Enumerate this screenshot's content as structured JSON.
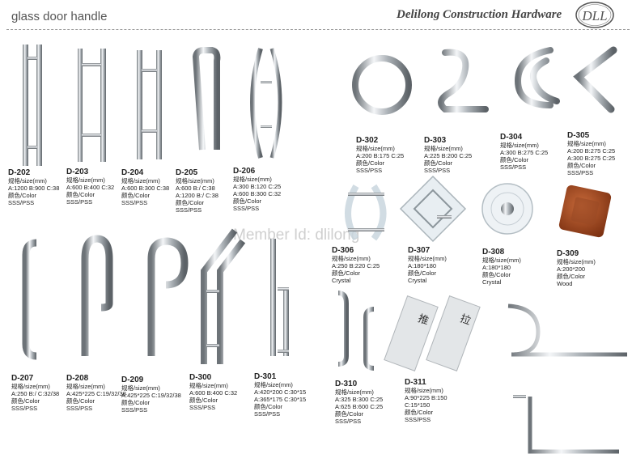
{
  "header": {
    "title": "glass door handle",
    "brand": "Delilong Construction Hardware",
    "logo": "DLL"
  },
  "watermark": "Member Id: dlilong",
  "products": [
    {
      "code": "D-202",
      "lines": [
        "规格/size(mm)",
        "A:1200 B:900 C:38",
        "颜色/Color",
        "SSS/PSS"
      ]
    },
    {
      "code": "D-203",
      "lines": [
        "规格/size(mm)",
        "A:600 B:400 C:32",
        "颜色/Color",
        "SSS/PSS"
      ]
    },
    {
      "code": "D-204",
      "lines": [
        "规格/size(mm)",
        "A:600 B:300 C:38",
        "颜色/Color",
        "SSS/PSS"
      ]
    },
    {
      "code": "D-205",
      "lines": [
        "规格/size(mm)",
        "A:600 B:/ C:38",
        "A:1200 B:/ C:38",
        "颜色/Color",
        "SSS/PSS"
      ]
    },
    {
      "code": "D-206",
      "lines": [
        "规格/size(mm)",
        "A:300 B:120 C:25",
        "A:600 B:300 C:32",
        "颜色/Color",
        "SSS/PSS"
      ]
    },
    {
      "code": "D-302",
      "lines": [
        "规格/size(mm)",
        "A:200 B:175 C:25",
        "颜色/Color",
        "SSS/PSS"
      ]
    },
    {
      "code": "D-303",
      "lines": [
        "规格/size(mm)",
        "A:225 B:200 C:25",
        "颜色/Color",
        "SSS/PSS"
      ]
    },
    {
      "code": "D-304",
      "lines": [
        "规格/size(mm)",
        "A:300 B:275 C:25",
        "颜色/Color",
        "SSS/PSS"
      ]
    },
    {
      "code": "D-305",
      "lines": [
        "规格/size(mm)",
        "A:200 B:275 C:25",
        "A:300 B:275 C:25",
        "颜色/Color",
        "SSS/PSS"
      ]
    },
    {
      "code": "D-306",
      "lines": [
        "规格/size(mm)",
        "A:250 B:220 C:25",
        "颜色/Color",
        "Crystal"
      ]
    },
    {
      "code": "D-307",
      "lines": [
        "规格/size(mm)",
        "A:180*180",
        "颜色/Color",
        "Crystal"
      ]
    },
    {
      "code": "D-308",
      "lines": [
        "规格/size(mm)",
        "A:180*180",
        "颜色/Color",
        "Crystal"
      ]
    },
    {
      "code": "D-309",
      "lines": [
        "规格/size(mm)",
        "A:200*200",
        "颜色/Color",
        "Wood"
      ]
    },
    {
      "code": "D-207",
      "lines": [
        "规格/size(mm)",
        "A:250 B:/ C:32/38",
        "颜色/Color",
        "SSS/PSS"
      ]
    },
    {
      "code": "D-208",
      "lines": [
        "规格/size(mm)",
        "A:425*225 C:19/32/38",
        "颜色/Color",
        "SSS/PSS"
      ]
    },
    {
      "code": "D-209",
      "lines": [
        "规格/size(mm)",
        "A:425*225 C:19/32/38",
        "颜色/Color",
        "SSS/PSS"
      ]
    },
    {
      "code": "D-300",
      "lines": [
        "规格/size(mm)",
        "A:600 B:400 C:32",
        "颜色/Color",
        "SSS/PSS"
      ]
    },
    {
      "code": "D-301",
      "lines": [
        "规格/size(mm)",
        "A:420*200 C:30*15",
        "A:365*175 C:30*15",
        "颜色/Color",
        "SSS/PSS"
      ]
    },
    {
      "code": "D-310",
      "lines": [
        "规格/size(mm)",
        "A:325 B:300 C:25",
        "A:625 B:600 C:25",
        "颜色/Color",
        "SSS/PSS"
      ]
    },
    {
      "code": "D-311",
      "lines": [
        "规格/size(mm)",
        "A:90*225 B:150",
        "C:15*150",
        "颜色/Color",
        "SSS/PSS"
      ]
    }
  ],
  "plates": [
    "推",
    "拉"
  ]
}
